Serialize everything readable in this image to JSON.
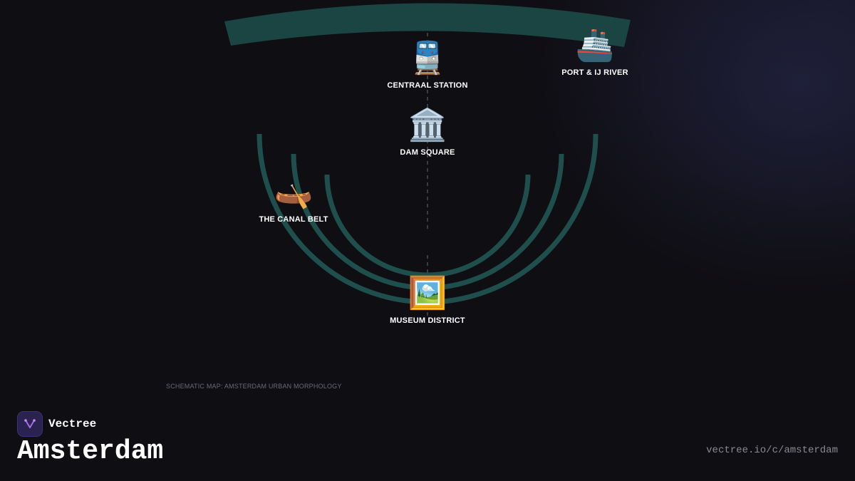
{
  "map": {
    "caption": "SCHEMATIC MAP: AMSTERDAM URBAN MORPHOLOGY",
    "colors": {
      "background": "#0f0e13",
      "water": "#1d4a48",
      "axis": "#55545c",
      "label": "#ffffff"
    },
    "points_of_interest": [
      {
        "id": "centraal",
        "label": "CENTRAAL STATION",
        "icon": "🚆",
        "icon_name": "train-icon"
      },
      {
        "id": "port",
        "label": "PORT & IJ RIVER",
        "icon": "🚢",
        "icon_name": "ship-icon"
      },
      {
        "id": "dam",
        "label": "DAM SQUARE",
        "icon": "🏛️",
        "icon_name": "classical-building-icon"
      },
      {
        "id": "canal",
        "label": "THE CANAL BELT",
        "icon": "🛶",
        "icon_name": "canoe-icon"
      },
      {
        "id": "museum",
        "label": "MUSEUM DISTRICT",
        "icon": "🖼️",
        "icon_name": "framed-picture-icon"
      }
    ]
  },
  "brand": {
    "name": "Vectree",
    "logo_icon": "vectree-logo-icon",
    "accent": "#b06cf0"
  },
  "city": {
    "title": "Amsterdam"
  },
  "footer": {
    "url": "vectree.io/c/amsterdam"
  }
}
